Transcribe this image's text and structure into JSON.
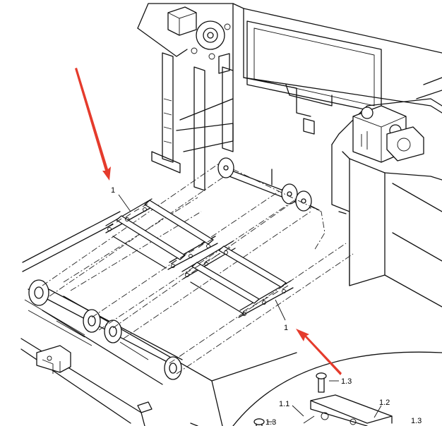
{
  "callouts": [
    {
      "id": "c1",
      "text": "1"
    },
    {
      "id": "c2",
      "text": "1"
    },
    {
      "id": "c3",
      "text": "1.3"
    },
    {
      "id": "c4",
      "text": "1.1"
    },
    {
      "id": "c5",
      "text": "1.2"
    },
    {
      "id": "c6",
      "text": "1.3"
    },
    {
      "id": "c7",
      "text": "1.3"
    }
  ],
  "colors": {
    "line": "#111111",
    "arrow": "#e53b2c",
    "background": "#ffffff"
  }
}
